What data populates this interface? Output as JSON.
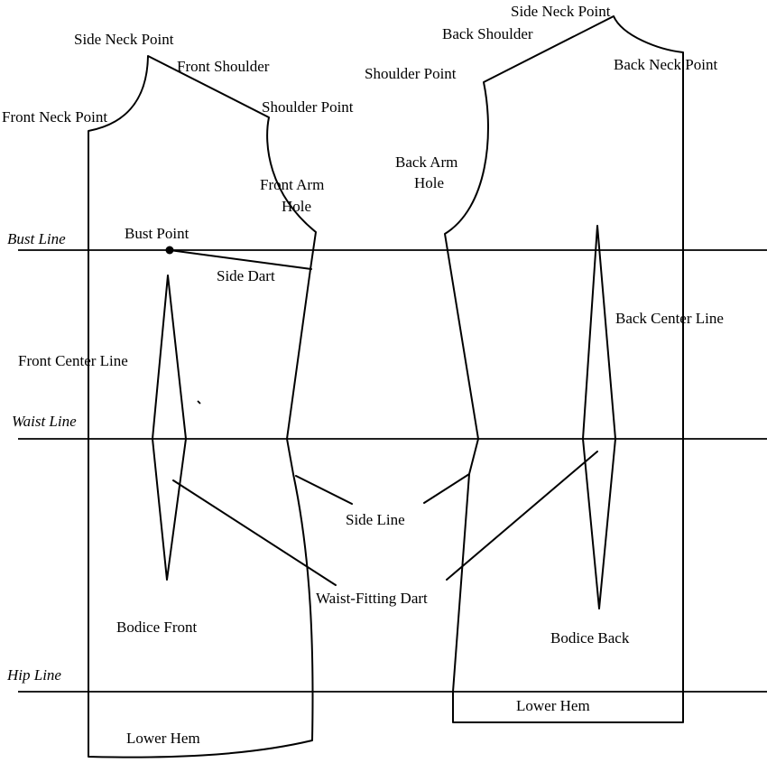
{
  "guide_lines": {
    "bust": "Bust Line",
    "waist": "Waist Line",
    "hip": "Hip Line"
  },
  "front": {
    "side_neck_point": "Side Neck Point",
    "front_shoulder": "Front Shoulder",
    "shoulder_point": "Shoulder Point",
    "front_neck_point": "Front Neck Point",
    "front_arm_hole_line1": "Front Arm",
    "front_arm_hole_line2": "Hole",
    "bust_point": "Bust Point",
    "side_dart": "Side Dart",
    "front_center_line": "Front Center Line",
    "bodice_front": "Bodice Front",
    "lower_hem": "Lower Hem"
  },
  "back": {
    "side_neck_point": "Side Neck Point",
    "back_shoulder": "Back Shoulder",
    "shoulder_point": "Shoulder Point",
    "back_neck_point": "Back Neck Point",
    "back_arm_hole_line1": "Back Arm",
    "back_arm_hole_line2": "Hole",
    "back_center_line": "Back Center Line",
    "bodice_back": "Bodice Back",
    "lower_hem": "Lower Hem"
  },
  "shared": {
    "side_line": "Side Line",
    "waist_fitting_dart": "Waist-Fitting Dart"
  }
}
